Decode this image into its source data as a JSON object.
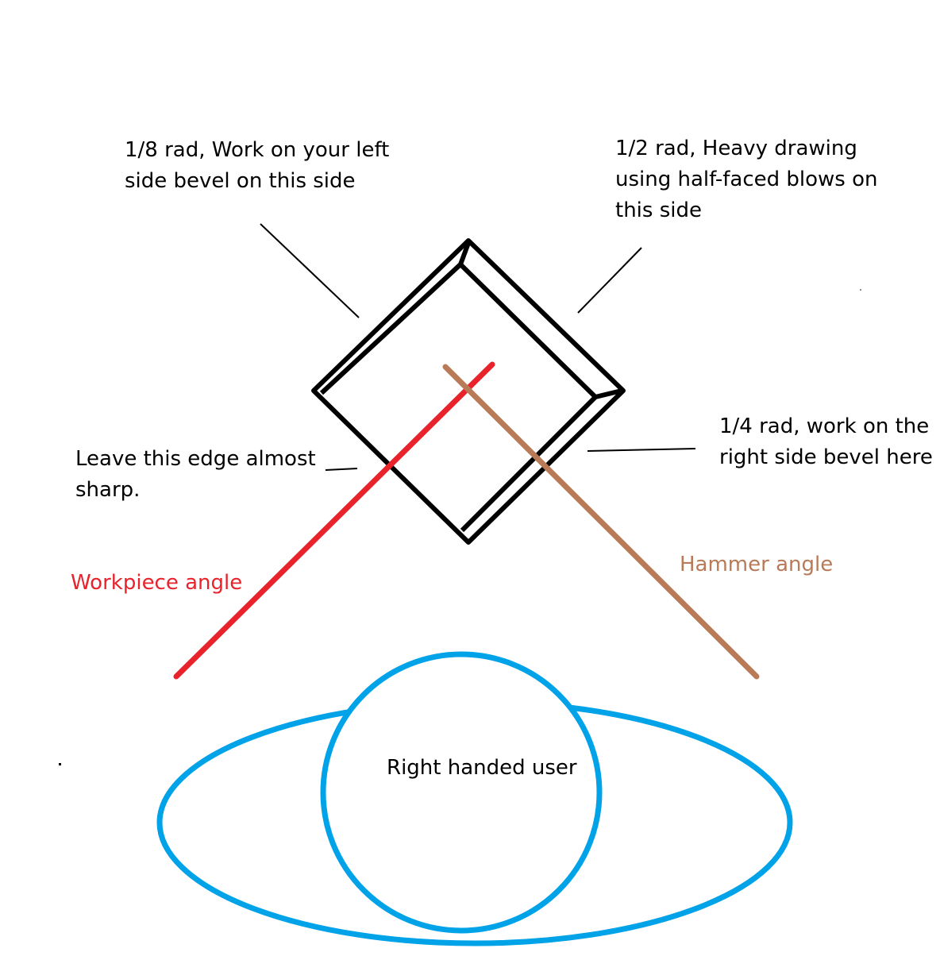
{
  "labels": {
    "left_bevel": [
      "1/8 rad, Work on your left",
      "side bevel on this side"
    ],
    "heavy_drawing": [
      "1/2 rad, Heavy drawing",
      "using half-faced blows on",
      "this side"
    ],
    "right_bevel": [
      "1/4 rad, work on the",
      "right side bevel here"
    ],
    "sharp_edge": [
      "Leave this edge almost",
      "sharp."
    ],
    "workpiece_angle": "Workpiece angle",
    "hammer_angle": "Hammer angle",
    "user": "Right handed user"
  },
  "colors": {
    "text": "#000000",
    "workpiece": "#e8232b",
    "hammer": "#b97a57",
    "user": "#00a2e8",
    "outline": "#000000"
  }
}
